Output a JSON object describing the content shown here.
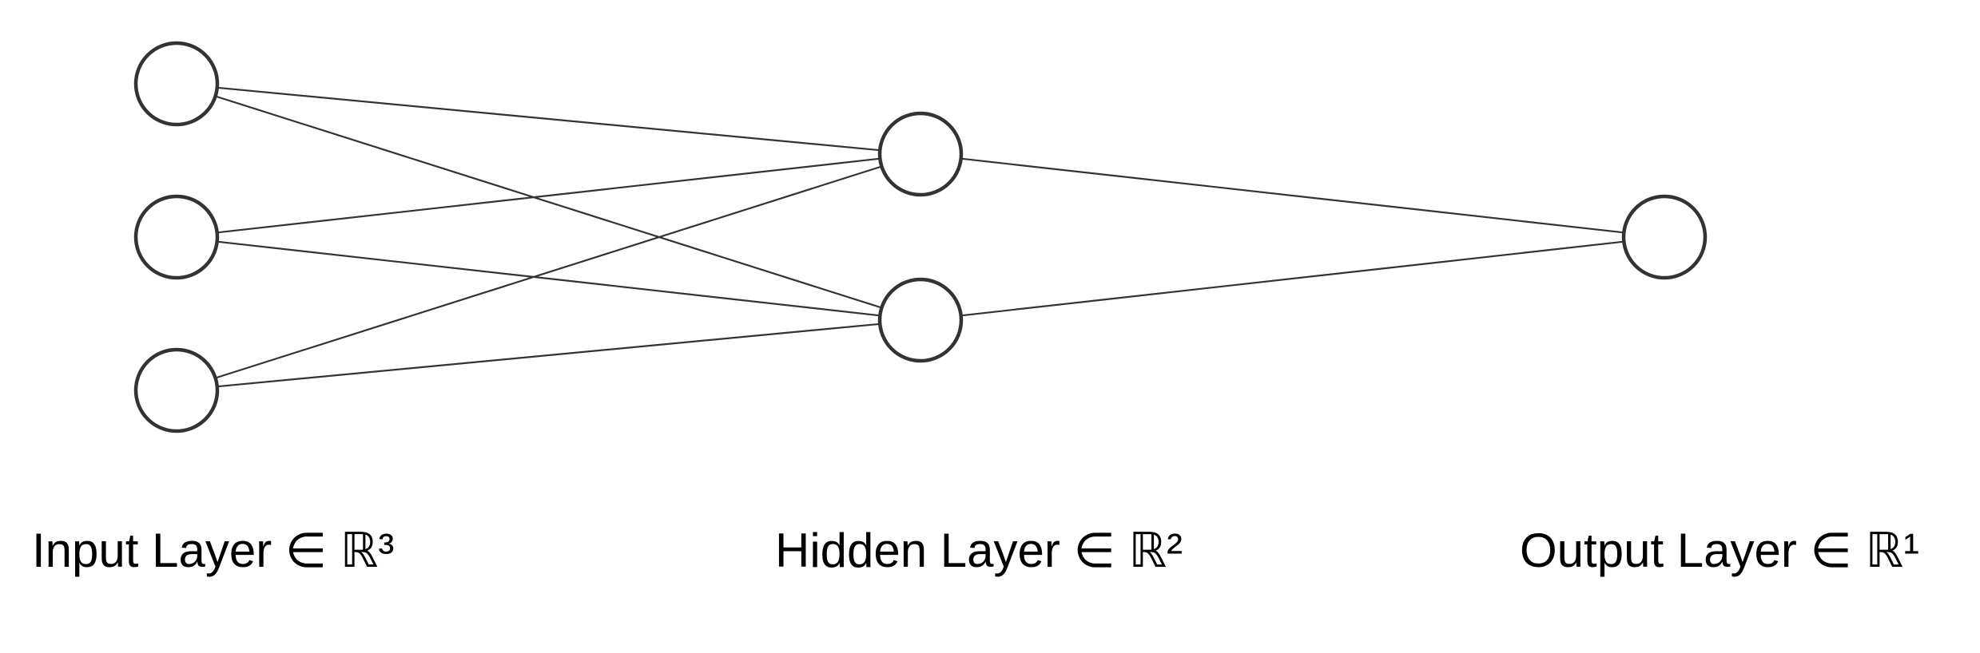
{
  "layers": [
    {
      "label": "Input Layer ∈ ℝ³",
      "nodes": 3
    },
    {
      "label": "Hidden Layer ∈ ℝ²",
      "nodes": 2
    },
    {
      "label": "Output Layer ∈ ℝ¹",
      "nodes": 1
    }
  ],
  "connectivity": "fully-connected",
  "colors": {
    "stroke": "#333333",
    "node_fill": "#ffffff",
    "text": "#000000"
  }
}
